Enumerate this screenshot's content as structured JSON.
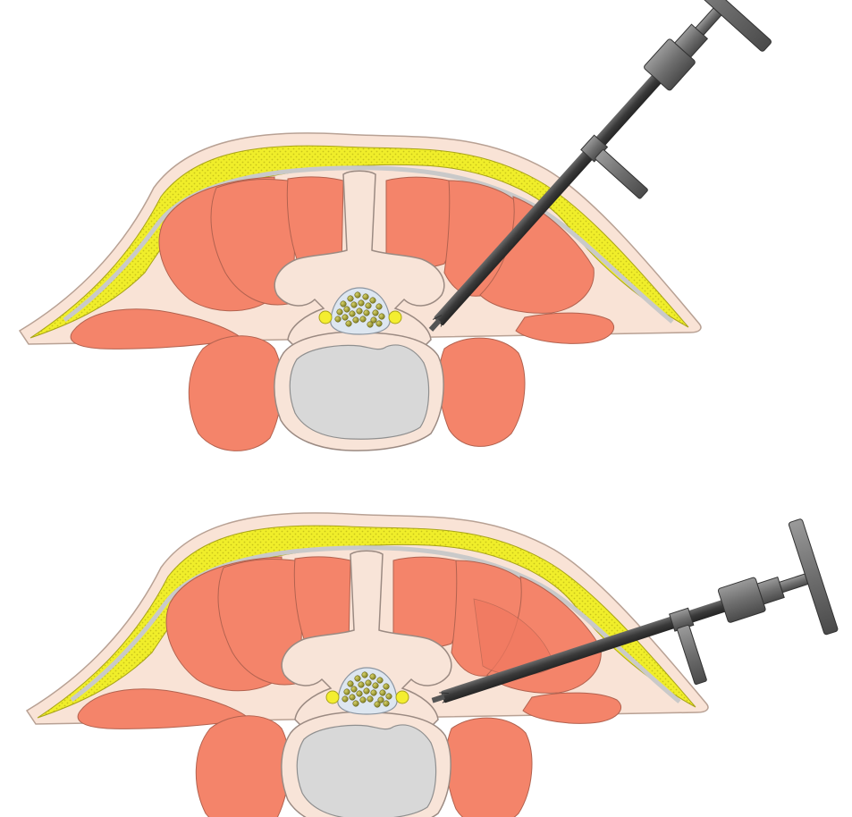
{
  "diagram": {
    "panels": [
      {
        "id": "top",
        "tool_angle": "steep"
      },
      {
        "id": "bottom",
        "tool_angle": "shallow"
      }
    ],
    "colors": {
      "muscle": "#f4846a",
      "muscle_stroke": "#b2624f",
      "skin": "#f9e3d6",
      "skin_stroke": "#b8a194",
      "fat": "#f0ee2a",
      "fat_dots": "#c8c41a",
      "bone": "#f8e4d8",
      "bone_stroke": "#9b8a82",
      "vertebral_body": "#d8d8d8",
      "nerve": "#8a8a2a",
      "ganglion": "#f4ee30",
      "fascia": "#c9c9c9",
      "instrument": "#4a4a4a",
      "instrument_light": "#7a7a7a"
    },
    "icons": [
      "vertebra-icon",
      "muscle-icon",
      "instrument-icon"
    ]
  }
}
